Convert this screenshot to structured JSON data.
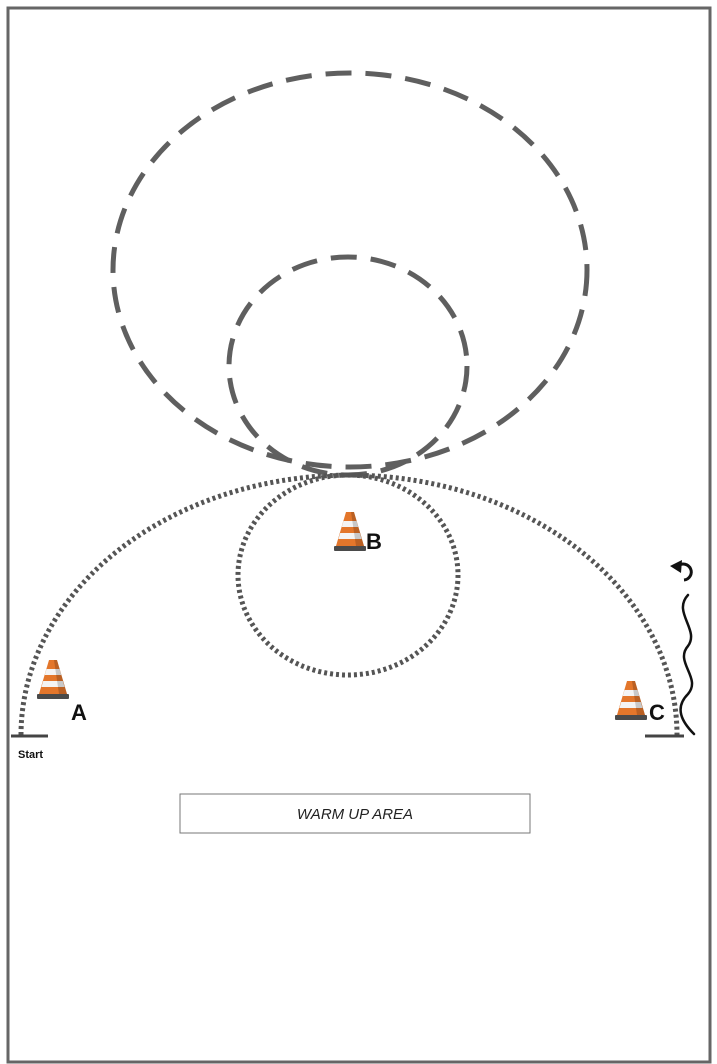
{
  "diagram": {
    "cones": [
      {
        "label": "A"
      },
      {
        "label": "B"
      },
      {
        "label": "C"
      }
    ],
    "start_label": "Start",
    "area_label": "WARM UP AREA",
    "colors": {
      "border": "#666666",
      "dashed_path": "#5f5f5f",
      "dotted_path": "#555555",
      "cone_orange": "#e3762b",
      "cone_stripe": "#f4f4f4",
      "cone_base": "#4a4a4a",
      "squiggle": "#111111"
    },
    "icons": [
      "traffic-cone-icon",
      "rotation-arrow-icon"
    ]
  }
}
